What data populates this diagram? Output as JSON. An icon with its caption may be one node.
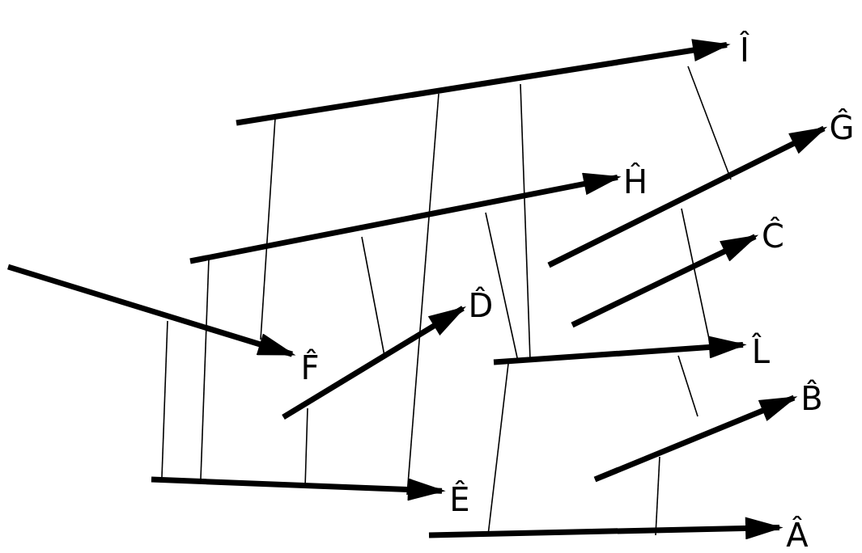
{
  "diagram": {
    "nodes": [
      {
        "text": [
          "Î"
        ]
      },
      {
        "text": [
          "Ĝ"
        ]
      },
      {
        "text": [
          "Ĥ"
        ]
      },
      {
        "text": [
          "Ĉ"
        ]
      },
      {
        "text": [
          "D̂"
        ]
      },
      {
        "text": [
          "F̂"
        ]
      },
      {
        "text": [
          "L̂"
        ]
      },
      {
        "text": [
          "B̂"
        ]
      },
      {
        "text": [
          "Ê"
        ]
      },
      {
        "text": [
          "Â"
        ]
      }
    ],
    "edges": [
      {
        "from": null,
        "to": 0,
        "arrow": "to"
      },
      {
        "from": null,
        "to": 1,
        "arrow": "to"
      },
      {
        "from": null,
        "to": 2,
        "arrow": "to"
      },
      {
        "from": null,
        "to": 3,
        "arrow": "to"
      },
      {
        "from": null,
        "to": 4,
        "arrow": "to"
      },
      {
        "from": null,
        "to": 5,
        "arrow": "to"
      },
      {
        "from": null,
        "to": 6,
        "arrow": "to"
      },
      {
        "from": null,
        "to": 7,
        "arrow": "to"
      },
      {
        "from": null,
        "to": 8,
        "arrow": "to"
      },
      {
        "from": null,
        "to": 9,
        "arrow": "to"
      }
    ]
  }
}
